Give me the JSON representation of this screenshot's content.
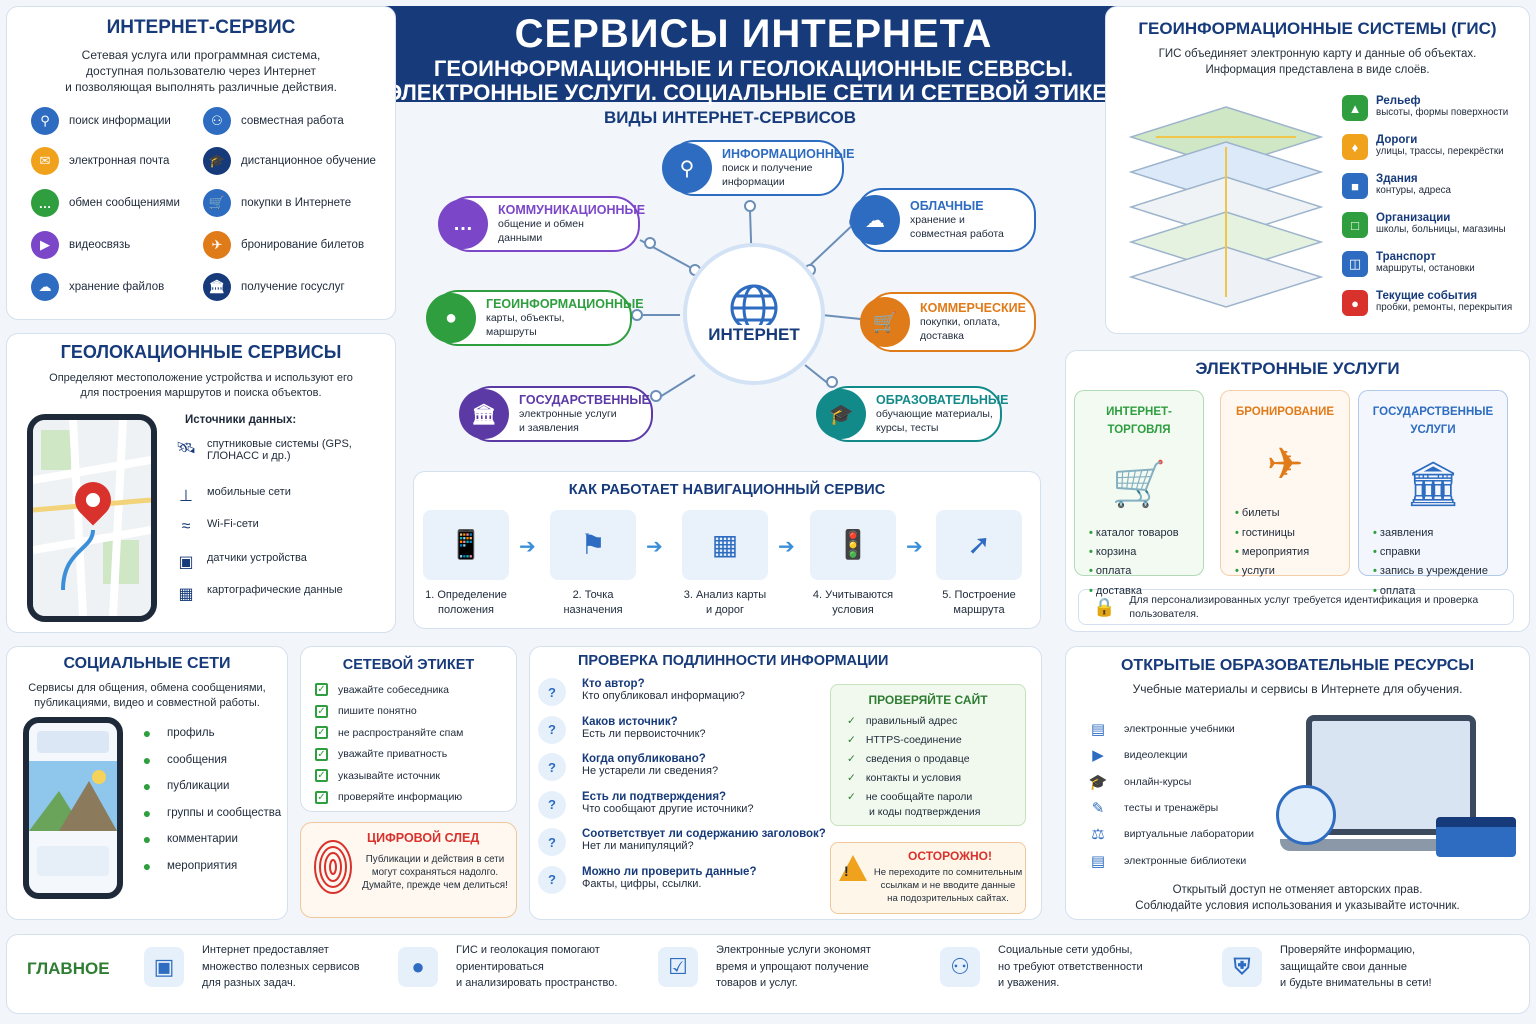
{
  "header": {
    "title": "СЕРВИСЫ ИНТЕРНЕТА",
    "subtitle1": "ГЕОИНФОРМАЦИОННЫЕ И ГЕОЛОКАЦИОННЫЕ СЕВВСЫ.",
    "subtitle2": "ЭЛЕКТРОННЫЕ УСЛУГИ. СОЦИАЛЬНЫЕ СЕТИ И СЕТЕВОЙ ЭТИКЕТ"
  },
  "service": {
    "title": "ИНТЕРНЕТ-СЕРВИС",
    "desc1": "Сетевая услуга или программная система,",
    "desc2": "доступная пользователю через Интернет",
    "desc3": "и позволяющая выполнять различные действия.",
    "items": [
      {
        "label": "поиск информации",
        "icon": "search-icon",
        "color": "#2d6cc0"
      },
      {
        "label": "совместная работа",
        "icon": "people-icon",
        "color": "#2d6cc0"
      },
      {
        "label": "электронная почта",
        "icon": "mail-icon",
        "color": "#f0a21c"
      },
      {
        "label": "дистанционное обучение",
        "icon": "graduation-cap-icon",
        "color": "#163a7a"
      },
      {
        "label": "обмен сообщениями",
        "icon": "chat-icon",
        "color": "#2e9e3f"
      },
      {
        "label": "покупки в Интернете",
        "icon": "cart-icon",
        "color": "#2d6cc0"
      },
      {
        "label": "видеосвязь",
        "icon": "video-camera-icon",
        "color": "#7b46c7"
      },
      {
        "label": "бронирование билетов",
        "icon": "ticket-icon",
        "color": "#e07b1a"
      },
      {
        "label": "хранение файлов",
        "icon": "cloud-icon",
        "color": "#2d6cc0"
      },
      {
        "label": "получение госуслуг",
        "icon": "government-building-icon",
        "color": "#163a7a"
      }
    ]
  },
  "geoloc": {
    "title": "ГЕОЛОКАЦИОННЫЕ СЕРВИСЫ",
    "desc1": "Определяют местоположение устройства и используют его",
    "desc2": "для построения маршрутов и поиска объектов.",
    "sources_title": "Источники данных:",
    "sources": [
      {
        "label": "спутниковые системы (GPS,",
        "label2": "ГЛОНАСС и др.)",
        "icon": "satellite-icon"
      },
      {
        "label": "мобильные сети",
        "label2": "",
        "icon": "antenna-icon"
      },
      {
        "label": "Wi-Fi-сети",
        "label2": "",
        "icon": "wifi-icon"
      },
      {
        "label": "датчики устройства",
        "label2": "",
        "icon": "sensor-icon"
      },
      {
        "label": "картографические данные",
        "label2": "",
        "icon": "map-icon"
      }
    ]
  },
  "hub": {
    "title": "ВИДЫ ИНТЕРНЕТ-СЕРВИСОВ",
    "center": "ИНТЕРНЕТ",
    "nodes": [
      {
        "title": "ИНФОРМАЦИОННЫЕ",
        "d1": "поиск и получение",
        "d2": "информации",
        "color": "#2d6cc0",
        "icon": "search-icon"
      },
      {
        "title": "КОММУНИКАЦИОННЫЕ",
        "d1": "общение и обмен",
        "d2": "данными",
        "color": "#7b46c7",
        "icon": "chat-icon"
      },
      {
        "title": "ОБЛАЧНЫЕ",
        "d1": "хранение и",
        "d2": "совместная работа",
        "color": "#2d6cc0",
        "icon": "cloud-icon"
      },
      {
        "title": "ГЕОИНФОРМАЦИОННЫЕ",
        "d1": "карты, объекты,",
        "d2": "маршруты",
        "color": "#2e9e3f",
        "icon": "map-pin-icon"
      },
      {
        "title": "КОММЕРЧЕСКИЕ",
        "d1": "покупки, оплата,",
        "d2": "доставка",
        "color": "#e07b1a",
        "icon": "cart-icon"
      },
      {
        "title": "ГОСУДАРСТВЕННЫЕ",
        "d1": "электронные услуги",
        "d2": "и заявления",
        "color": "#5b3aa6",
        "icon": "government-building-icon"
      },
      {
        "title": "ОБРАЗОВАТЕЛЬНЫЕ",
        "d1": "обучающие материалы,",
        "d2": "курсы, тесты",
        "color": "#138a8a",
        "icon": "graduation-cap-icon"
      }
    ]
  },
  "nav": {
    "title": "КАК РАБОТАЕТ НАВИГАЦИОННЫЙ СЕРВИС",
    "steps": [
      {
        "l1": "1. Определение",
        "l2": "положения"
      },
      {
        "l1": "2. Точка",
        "l2": "назначения"
      },
      {
        "l1": "3. Анализ карты",
        "l2": "и дорог"
      },
      {
        "l1": "4. Учитываются",
        "l2": "условия"
      },
      {
        "l1": "5. Построение",
        "l2": "маршрута"
      }
    ]
  },
  "gis": {
    "title": "ГЕОИНФОРМАЦИОННЫЕ СИСТЕМЫ (ГИС)",
    "desc1": "ГИС объединяет электронную карту и данные об объектах.",
    "desc2": "Информация представлена в виде слоёв.",
    "layers": [
      {
        "name": "Рельеф",
        "desc": "высоты, формы поверхности",
        "color": "#2e9e3f",
        "icon": "terrain-icon"
      },
      {
        "name": "Дороги",
        "desc": "улицы, трассы, перекрёстки",
        "color": "#f0a21c",
        "icon": "road-icon"
      },
      {
        "name": "Здания",
        "desc": "контуры, адреса",
        "color": "#2d6cc0",
        "icon": "building-icon"
      },
      {
        "name": "Организации",
        "desc": "школы, больницы, магазины",
        "color": "#2e9e3f",
        "icon": "organization-icon"
      },
      {
        "name": "Транспорт",
        "desc": "маршруты, остановки",
        "color": "#2d6cc0",
        "icon": "bus-icon"
      },
      {
        "name": "Текущие события",
        "desc": "пробки, ремонты, перекрытия",
        "color": "#d9312b",
        "icon": "event-pin-icon"
      }
    ]
  },
  "eserv": {
    "title": "ЭЛЕКТРОННЫЕ УСЛУГИ",
    "note": "Для персонализированных услуг требуется идентификация и проверка",
    "note2": "пользователя.",
    "cols": [
      {
        "title": "ИНТЕРНЕТ-ТОРГОВЛЯ",
        "color": "#2e9e3f",
        "bg": "#f3faf2",
        "items": [
          "каталог товаров",
          "корзина",
          "оплата",
          "доставка"
        ],
        "icon": "cart-icon"
      },
      {
        "title": "БРОНИРОВАНИЕ",
        "color": "#e07b1a",
        "bg": "#fff8f0",
        "items": [
          "билеты",
          "гостиницы",
          "мероприятия",
          "услуги"
        ],
        "icon": "airplane-icon"
      },
      {
        "title": "ГОСУДАРСТВЕННЫЕ УСЛУГИ",
        "color": "#2d6cc0",
        "bg": "#f3f7fd",
        "items": [
          "заявления",
          "справки",
          "запись в учреждение",
          "оплата"
        ],
        "icon": "government-building-icon"
      }
    ]
  },
  "social": {
    "title": "СОЦИАЛЬНЫЕ СЕТИ",
    "desc1": "Сервисы для общения, обмена сообщениями,",
    "desc2": "публикациями, видео и совместной работы.",
    "items": [
      "профиль",
      "сообщения",
      "публикации",
      "группы и сообщества",
      "комментарии",
      "мероприятия"
    ]
  },
  "etiquette": {
    "title": "СЕТЕВОЙ ЭТИКЕТ",
    "items": [
      "уважайте собеседника",
      "пишите понятно",
      "не распространяйте спам",
      "уважайте приватность",
      "указывайте источник",
      "проверяйте информацию"
    ]
  },
  "footprint": {
    "title": "ЦИФРОВОЙ СЛЕД",
    "l1": "Публикации и действия в сети",
    "l2": "могут сохраняться надолго.",
    "l3": "Думайте, прежде чем делиться!"
  },
  "verify": {
    "title": "ПРОВЕРКА ПОДЛИННОСТИ ИНФОРМАЦИИ",
    "questions": [
      {
        "q": "Кто автор?",
        "a": "Кто опубликовал информацию?"
      },
      {
        "q": "Каков источник?",
        "a": "Есть ли первоисточник?"
      },
      {
        "q": "Когда опубликовано?",
        "a": "Не устарели ли сведения?"
      },
      {
        "q": "Есть ли подтверждения?",
        "a": "Что сообщают другие источники?"
      },
      {
        "q": "Соответствует ли содержанию заголовок?",
        "a": "Нет ли манипуляций?"
      },
      {
        "q": "Можно ли проверить данные?",
        "a": "Факты, цифры, ссылки."
      }
    ],
    "site_title": "ПРОВЕРЯЙТЕ САЙТ",
    "site_items": [
      "правильный адрес",
      "HTTPS-соединение",
      "сведения о продавце",
      "контакты и условия",
      "не сообщайте пароли"
    ],
    "site_extra": "и коды подтверждения",
    "warn_title": "ОСТОРОЖНО!",
    "warn1": "Не переходите по сомнительным",
    "warn2": "ссылкам и не вводите данные",
    "warn3": "на подозрительных сайтах."
  },
  "oer": {
    "title": "ОТКРЫТЫЕ ОБРАЗОВАТЕЛЬНЫЕ РЕСУРСЫ",
    "desc": "Учебные материалы и сервисы в Интернете для обучения.",
    "items": [
      {
        "label": "электронные учебники",
        "icon": "book-icon"
      },
      {
        "label": "видеолекции",
        "icon": "video-camera-icon"
      },
      {
        "label": "онлайн-курсы",
        "icon": "graduation-cap-icon"
      },
      {
        "label": "тесты и тренажёры",
        "icon": "test-icon"
      },
      {
        "label": "виртуальные лаборатории",
        "icon": "flask-icon"
      },
      {
        "label": "электронные библиотеки",
        "icon": "library-icon"
      }
    ],
    "note1": "Открытый доступ не отменяет авторских прав.",
    "note2": "Соблюдайте условия использования и указывайте источник."
  },
  "summary": {
    "title": "ГЛАВНОЕ",
    "items": [
      {
        "l1": "Интернет предоставляет",
        "l2": "множество полезных сервисов",
        "l3": "для разных задач.",
        "icon": "network-icon"
      },
      {
        "l1": "ГИС и геолокация помогают",
        "l2": "ориентироваться",
        "l3": "и анализировать пространство.",
        "icon": "map-pin-icon"
      },
      {
        "l1": "Электронные услуги экономят",
        "l2": "время и упрощают получение",
        "l3": "товаров и услуг.",
        "icon": "shopping-icon"
      },
      {
        "l1": "Социальные сети удобны,",
        "l2": "но требуют ответственности",
        "l3": "и уважения.",
        "icon": "people-icon"
      },
      {
        "l1": "Проверяйте информацию,",
        "l2": "защищайте свои данные",
        "l3": "и будьте внимательны в сети!",
        "icon": "shield-icon"
      }
    ]
  }
}
